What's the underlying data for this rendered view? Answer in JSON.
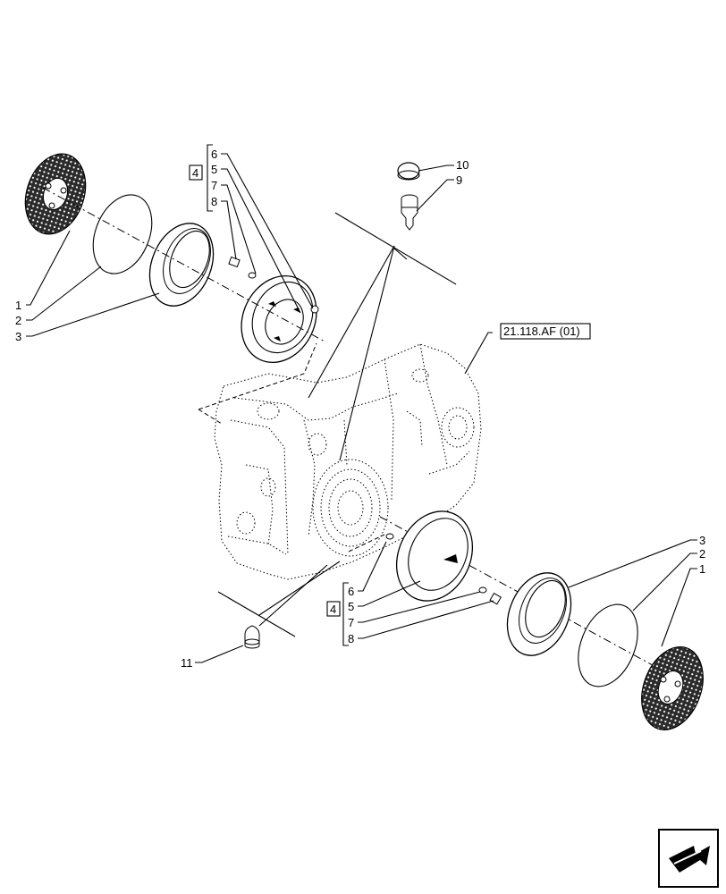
{
  "callouts": {
    "c1a": "1",
    "c2a": "2",
    "c3a": "3",
    "c6a": "6",
    "c5a": "5",
    "c7a": "7",
    "c8a": "8",
    "c4a": "4",
    "c10": "10",
    "c9": "9",
    "ref": "21.118.AF (01)",
    "c3b": "3",
    "c2b": "2",
    "c1b": "1",
    "c6b": "6",
    "c5b": "5",
    "c4b": "4",
    "c7b": "7",
    "c8b": "8",
    "c11": "11"
  },
  "icons": {
    "nav": "next-page-arrow-icon"
  }
}
